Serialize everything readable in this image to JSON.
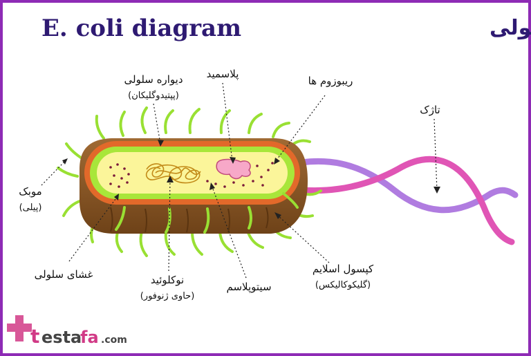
{
  "title": {
    "persian": "دیاگرام باکتری ای کولی",
    "english": "E. coli diagram"
  },
  "labels": {
    "cell_wall": "دیواره سلولی",
    "cell_wall_sub": "(پپتیدوگلیکان)",
    "plasmid": "پلاسمید",
    "ribosomes": "ریبوزوم ها",
    "flagellum": "تاژک",
    "pili": "موبک",
    "pili_sub": "(پیلی)",
    "cell_membrane": "غشای سلولی",
    "nucleoid": "نوکلوئید",
    "nucleoid_sub": "(حاوی ژنوفور)",
    "cytoplasm": "سیتوپلاسم",
    "slime_capsule": "کپسول اسلایم",
    "slime_capsule_sub": "(گلیکوکالیکس)"
  },
  "logo": {
    "part1": "t",
    "part2": "esta",
    "part3": "fa",
    "part4": ".com"
  },
  "colors": {
    "frame": "#8e2bb5",
    "title": "#2e1a72",
    "capsule": "#8b5a2b",
    "cell_wall": "#e2692a",
    "membrane": "#a8e63a",
    "cytoplasm": "#fbf59a",
    "plasmid": "#f7a8c8",
    "flagellum_purple": "#b07ce0",
    "flagellum_pink": "#e055b5",
    "ribosome": "#7a1a3a"
  }
}
